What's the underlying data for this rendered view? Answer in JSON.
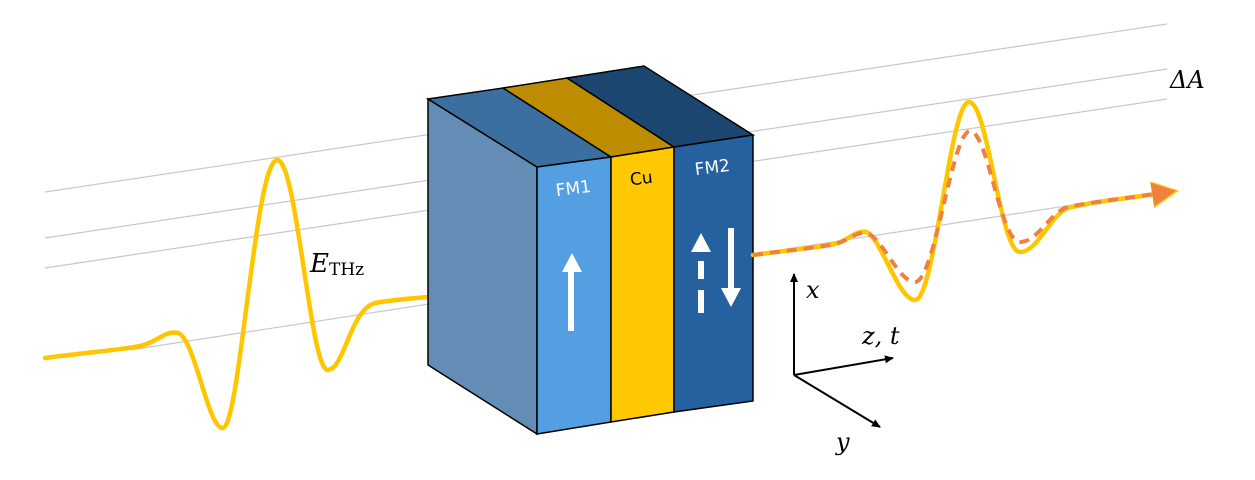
{
  "diagram": {
    "title": "THz pulse through FM1/Cu/FM2 spin-valve stack",
    "colors": {
      "grid_line": "#c8c8c8",
      "pulse": "#ffc600",
      "pulse_modulated": "#f08040",
      "fm1_front": "#549ee2",
      "fm1_top": "#3a6fa0",
      "cu_front": "#ffc800",
      "cu_top": "#be8c00",
      "fm2_front": "#25619e",
      "fm2_top": "#1b4670",
      "side": "#638db5",
      "arrow_white": "#ffffff",
      "outline": "#000000"
    },
    "stack": {
      "layers": [
        {
          "name": "FM1",
          "label": "FM1",
          "magnetization": "up"
        },
        {
          "name": "Cu",
          "label": "Cu",
          "magnetization": "none"
        },
        {
          "name": "FM2",
          "label": "FM2",
          "magnetization": "up-dashed / down"
        }
      ]
    },
    "labels": {
      "incident_field_main": "E",
      "incident_field_sub": "THz",
      "delta_label": "ΔA",
      "axis_x": "x",
      "axis_zt": "z, t",
      "axis_y": "y"
    }
  }
}
